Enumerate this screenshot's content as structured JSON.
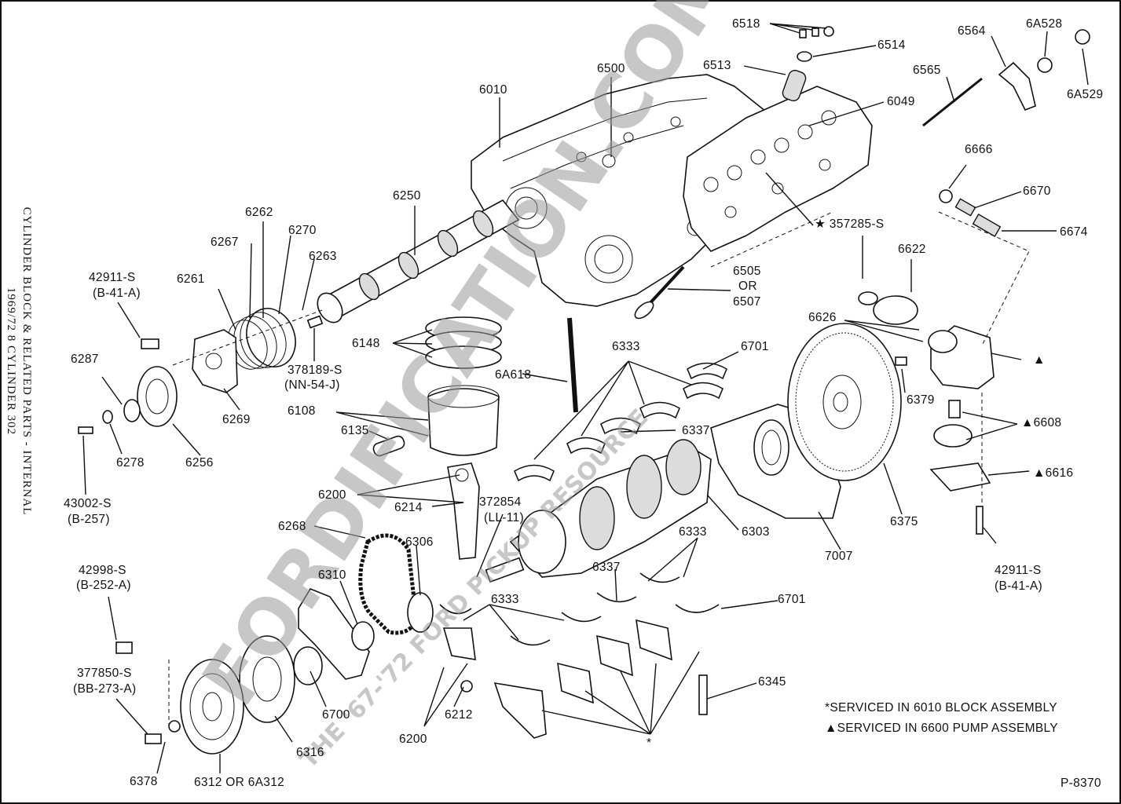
{
  "side_title": {
    "line1": "CYLINDER BLOCK & RELATED PARTS - INTERNAL",
    "line2": "1969/72      8 CYLINDER 302"
  },
  "watermark": {
    "main": "FORDIFICATION.COM",
    "tagline": "THE '67-'72 FORD PICKUP RESOURCE"
  },
  "parts": [
    {
      "id": "6518",
      "text": "6518"
    },
    {
      "id": "6514",
      "text": "6514"
    },
    {
      "id": "6513",
      "text": "6513"
    },
    {
      "id": "6500",
      "text": "6500"
    },
    {
      "id": "6010",
      "text": "6010"
    },
    {
      "id": "6049",
      "text": "6049"
    },
    {
      "id": "6564",
      "text": "6564"
    },
    {
      "id": "6A528",
      "text": "6A528"
    },
    {
      "id": "6565",
      "text": "6565"
    },
    {
      "id": "6A529",
      "text": "6A529"
    },
    {
      "id": "6666",
      "text": "6666"
    },
    {
      "id": "6670",
      "text": "6670"
    },
    {
      "id": "6674",
      "text": "6674"
    },
    {
      "id": "357285-S",
      "text": "★ 357285-S"
    },
    {
      "id": "6622",
      "text": "6622"
    },
    {
      "id": "6250",
      "text": "6250"
    },
    {
      "id": "6262",
      "text": "6262"
    },
    {
      "id": "6270",
      "text": "6270"
    },
    {
      "id": "6267",
      "text": "6267"
    },
    {
      "id": "6263",
      "text": "6263"
    },
    {
      "id": "6261",
      "text": "6261"
    },
    {
      "id": "42911-S-top",
      "text": "42911-S"
    },
    {
      "id": "B-41-A-top",
      "text": "(B-41-A)"
    },
    {
      "id": "6505",
      "text": "6505"
    },
    {
      "id": "OR-6505",
      "text": "OR"
    },
    {
      "id": "6507",
      "text": "6507"
    },
    {
      "id": "6626",
      "text": "6626"
    },
    {
      "id": "6148",
      "text": "6148"
    },
    {
      "id": "378189-S",
      "text": "378189-S"
    },
    {
      "id": "NN-54-J",
      "text": "(NN-54-J)"
    },
    {
      "id": "6333-top",
      "text": "6333"
    },
    {
      "id": "6701-top",
      "text": "6701"
    },
    {
      "id": "triangle-pump",
      "text": "▲"
    },
    {
      "id": "6287",
      "text": "6287"
    },
    {
      "id": "6269",
      "text": "6269"
    },
    {
      "id": "6A618",
      "text": "6A618"
    },
    {
      "id": "6379",
      "text": "6379"
    },
    {
      "id": "6108",
      "text": "6108"
    },
    {
      "id": "6337-top",
      "text": "6337"
    },
    {
      "id": "6608",
      "text": "▲6608"
    },
    {
      "id": "6135",
      "text": "6135"
    },
    {
      "id": "6278",
      "text": "6278"
    },
    {
      "id": "6256",
      "text": "6256"
    },
    {
      "id": "6616",
      "text": "▲6616"
    },
    {
      "id": "43002-S",
      "text": "43002-S"
    },
    {
      "id": "B-257",
      "text": "(B-257)"
    },
    {
      "id": "6200-top",
      "text": "6200"
    },
    {
      "id": "6214",
      "text": "6214"
    },
    {
      "id": "372854",
      "text": "372854"
    },
    {
      "id": "LL-11",
      "text": "(LL-11)"
    },
    {
      "id": "6375",
      "text": "6375"
    },
    {
      "id": "6268",
      "text": "6268"
    },
    {
      "id": "6333-mid",
      "text": "6333"
    },
    {
      "id": "6303",
      "text": "6303"
    },
    {
      "id": "6306",
      "text": "6306"
    },
    {
      "id": "42911-S-bot",
      "text": "42911-S"
    },
    {
      "id": "B-41-A-bot",
      "text": "(B-41-A)"
    },
    {
      "id": "7007",
      "text": "7007"
    },
    {
      "id": "6310",
      "text": "6310"
    },
    {
      "id": "6337-bot",
      "text": "6337"
    },
    {
      "id": "42998-S",
      "text": "42998-S"
    },
    {
      "id": "B-252-A",
      "text": "(B-252-A)"
    },
    {
      "id": "6333-low",
      "text": "6333"
    },
    {
      "id": "6701-bot",
      "text": "6701"
    },
    {
      "id": "6345",
      "text": "6345"
    },
    {
      "id": "377850-S",
      "text": "377850-S"
    },
    {
      "id": "BB-273-A",
      "text": "(BB-273-A)"
    },
    {
      "id": "6700",
      "text": "6700"
    },
    {
      "id": "6212",
      "text": "6212"
    },
    {
      "id": "6200-bot",
      "text": "6200"
    },
    {
      "id": "6316",
      "text": "6316"
    },
    {
      "id": "asterisk",
      "text": "*"
    },
    {
      "id": "6378",
      "text": "6378"
    },
    {
      "id": "6312",
      "text": "6312 OR 6A312"
    }
  ],
  "notes": {
    "line1": "*SERVICED IN 6010 BLOCK ASSEMBLY",
    "line2": "▲SERVICED IN 6600 PUMP ASSEMBLY"
  },
  "drawing_number": "P-8370"
}
